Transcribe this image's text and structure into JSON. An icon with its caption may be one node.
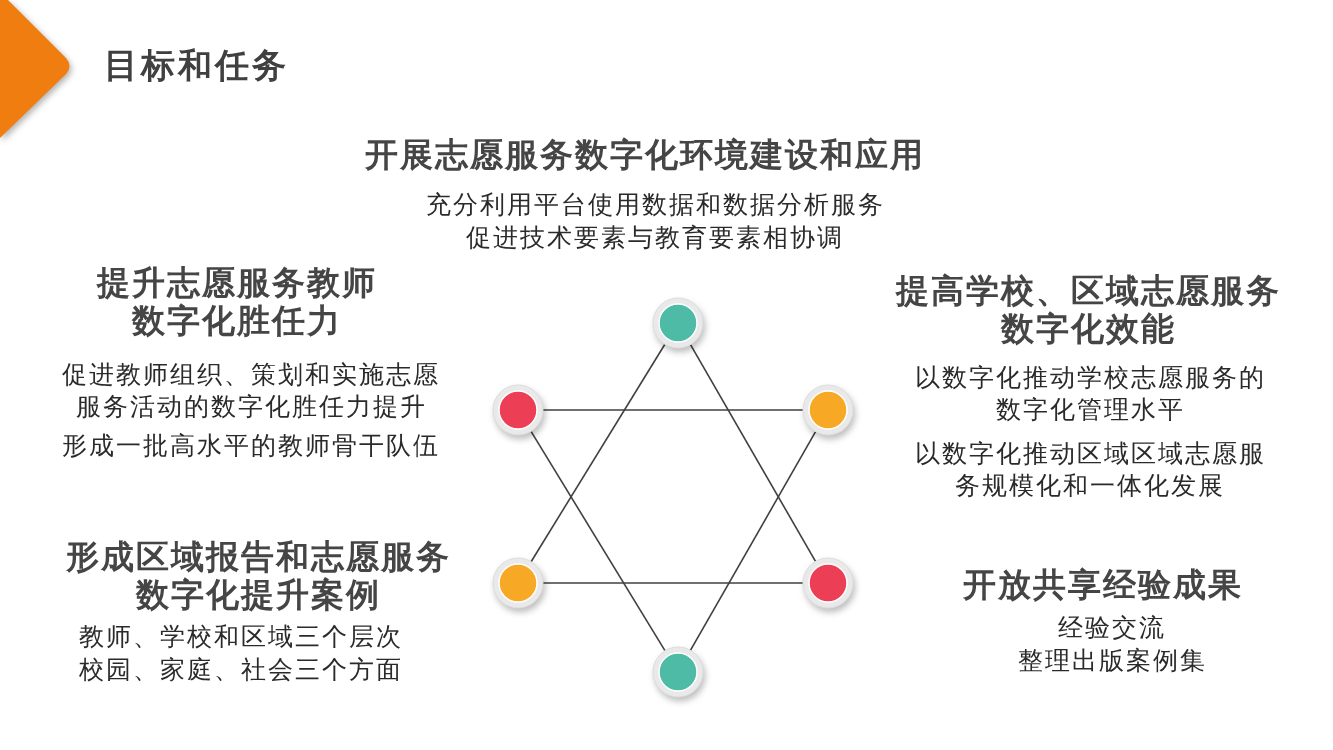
{
  "diagram": {
    "title": "目标和任务",
    "nodes": [
      {
        "text": [],
        "shape": "circle"
      },
      {
        "text": [],
        "shape": "circle"
      },
      {
        "text": [],
        "shape": "circle"
      },
      {
        "text": [],
        "shape": "circle"
      },
      {
        "text": [],
        "shape": "circle"
      },
      {
        "text": [],
        "shape": "circle"
      }
    ],
    "edges": [
      {
        "from": 0,
        "to": 3,
        "arrow": "none"
      },
      {
        "from": 0,
        "to": 4,
        "arrow": "none"
      },
      {
        "from": 3,
        "to": 4,
        "arrow": "none"
      },
      {
        "from": 1,
        "to": 2,
        "arrow": "none"
      },
      {
        "from": 1,
        "to": 5,
        "arrow": "none"
      },
      {
        "from": 2,
        "to": 5,
        "arrow": "none"
      }
    ],
    "labels": [
      "开展志愿服务数字化环境建设和应用",
      "充分利用平台使用数据和数据分析服务",
      "促进技术要素与教育要素相协调",
      "提升志愿服务教师数字化胜任力",
      "促进教师组织、策划和实施志愿服务活动的数字化胜任力提升",
      "形成一批高水平的教师骨干队伍",
      "提高学校、区域志愿服务数字化效能",
      "以数字化推动学校志愿服务的数字化管理水平",
      "以数字化推动区域区域志愿服务规模化和一体化发展",
      "形成区域报告和志愿服务数字化提升案例",
      "教师、学校和区域三个层次",
      "校园、家庭、社会三个方面",
      "开放共享经验成果",
      "经验交流",
      "整理出版案例集"
    ]
  }
}
